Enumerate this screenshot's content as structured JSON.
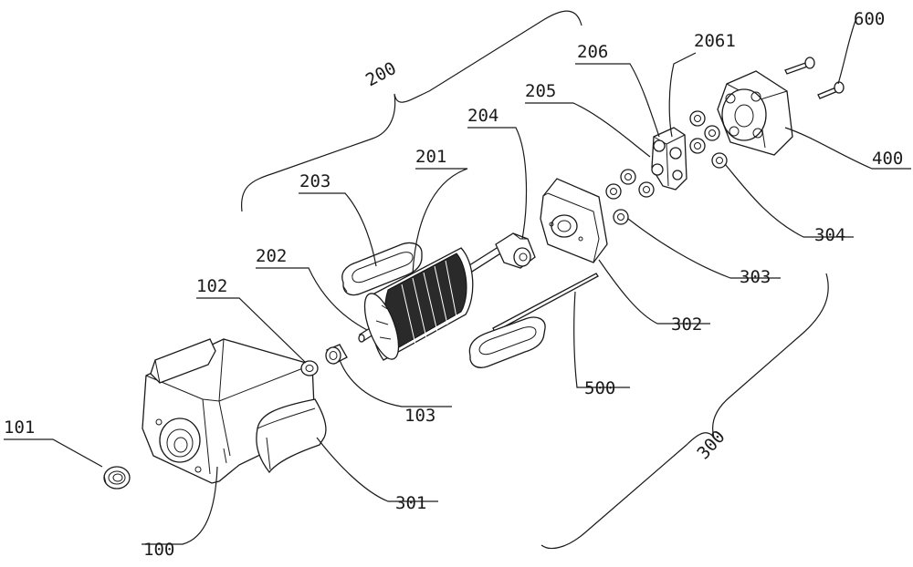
{
  "labels": {
    "l100": "100",
    "l101": "101",
    "l102": "102",
    "l103": "103",
    "l200": "200",
    "l201": "201",
    "l202": "202",
    "l203": "203",
    "l204": "204",
    "l205": "205",
    "l206": "206",
    "l2061": "2061",
    "l300": "300",
    "l301": "301",
    "l302": "302",
    "l303": "303",
    "l304": "304",
    "l400": "400",
    "l500": "500",
    "l600": "600"
  },
  "colors": {
    "line": "#1a1a1a",
    "background": "#ffffff"
  }
}
